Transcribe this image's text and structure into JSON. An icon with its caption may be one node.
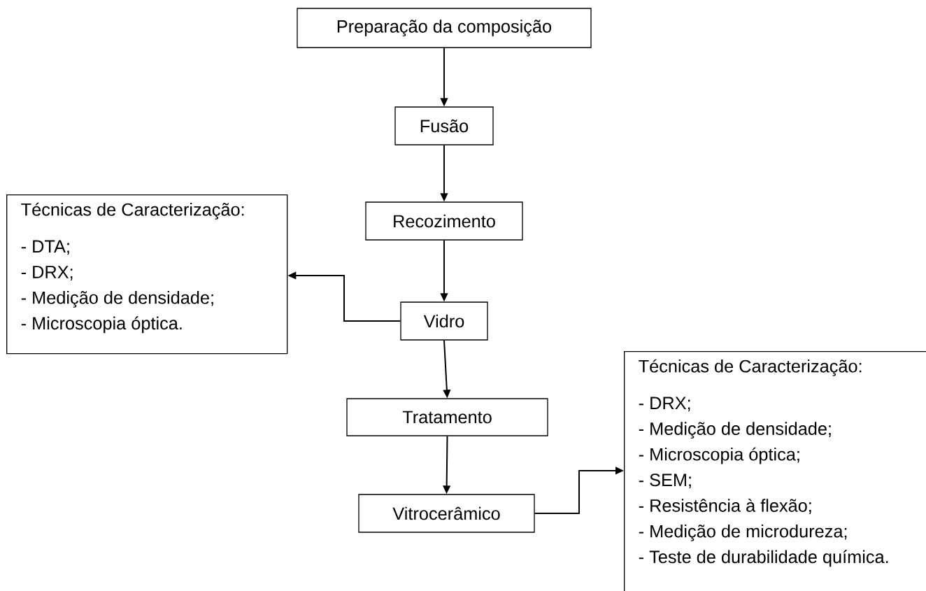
{
  "diagram": {
    "nodes": [
      {
        "text": [
          "Preparação da composição"
        ]
      },
      {
        "text": [
          "Fusão"
        ]
      },
      {
        "text": [
          "Recozimento"
        ]
      },
      {
        "text": [
          "Vidro"
        ]
      },
      {
        "text": [
          "Tratamento"
        ]
      },
      {
        "text": [
          "Vitrocerâmico"
        ]
      },
      {
        "text": [
          "Técnicas de Caracterização:",
          "- DTA;",
          "- DRX;",
          "- Medição de densidade;",
          "- Microscopia óptica."
        ]
      },
      {
        "text": [
          "Técnicas de Caracterização:",
          "- DRX;",
          "- Medição de densidade;",
          "- Microscopia óptica;",
          "- SEM;",
          "- Resistência à flexão;",
          "- Medição de microdureza;",
          "- Teste de durabilidade química."
        ]
      }
    ],
    "edges": [
      {
        "from": 0,
        "to": 1,
        "arrow": "to"
      },
      {
        "from": 1,
        "to": 2,
        "arrow": "to"
      },
      {
        "from": 2,
        "to": 3,
        "arrow": "to"
      },
      {
        "from": 3,
        "to": 6,
        "arrow": "to"
      },
      {
        "from": 3,
        "to": 4,
        "arrow": "to"
      },
      {
        "from": 4,
        "to": 5,
        "arrow": "to"
      },
      {
        "from": 5,
        "to": 7,
        "arrow": "to"
      }
    ]
  }
}
